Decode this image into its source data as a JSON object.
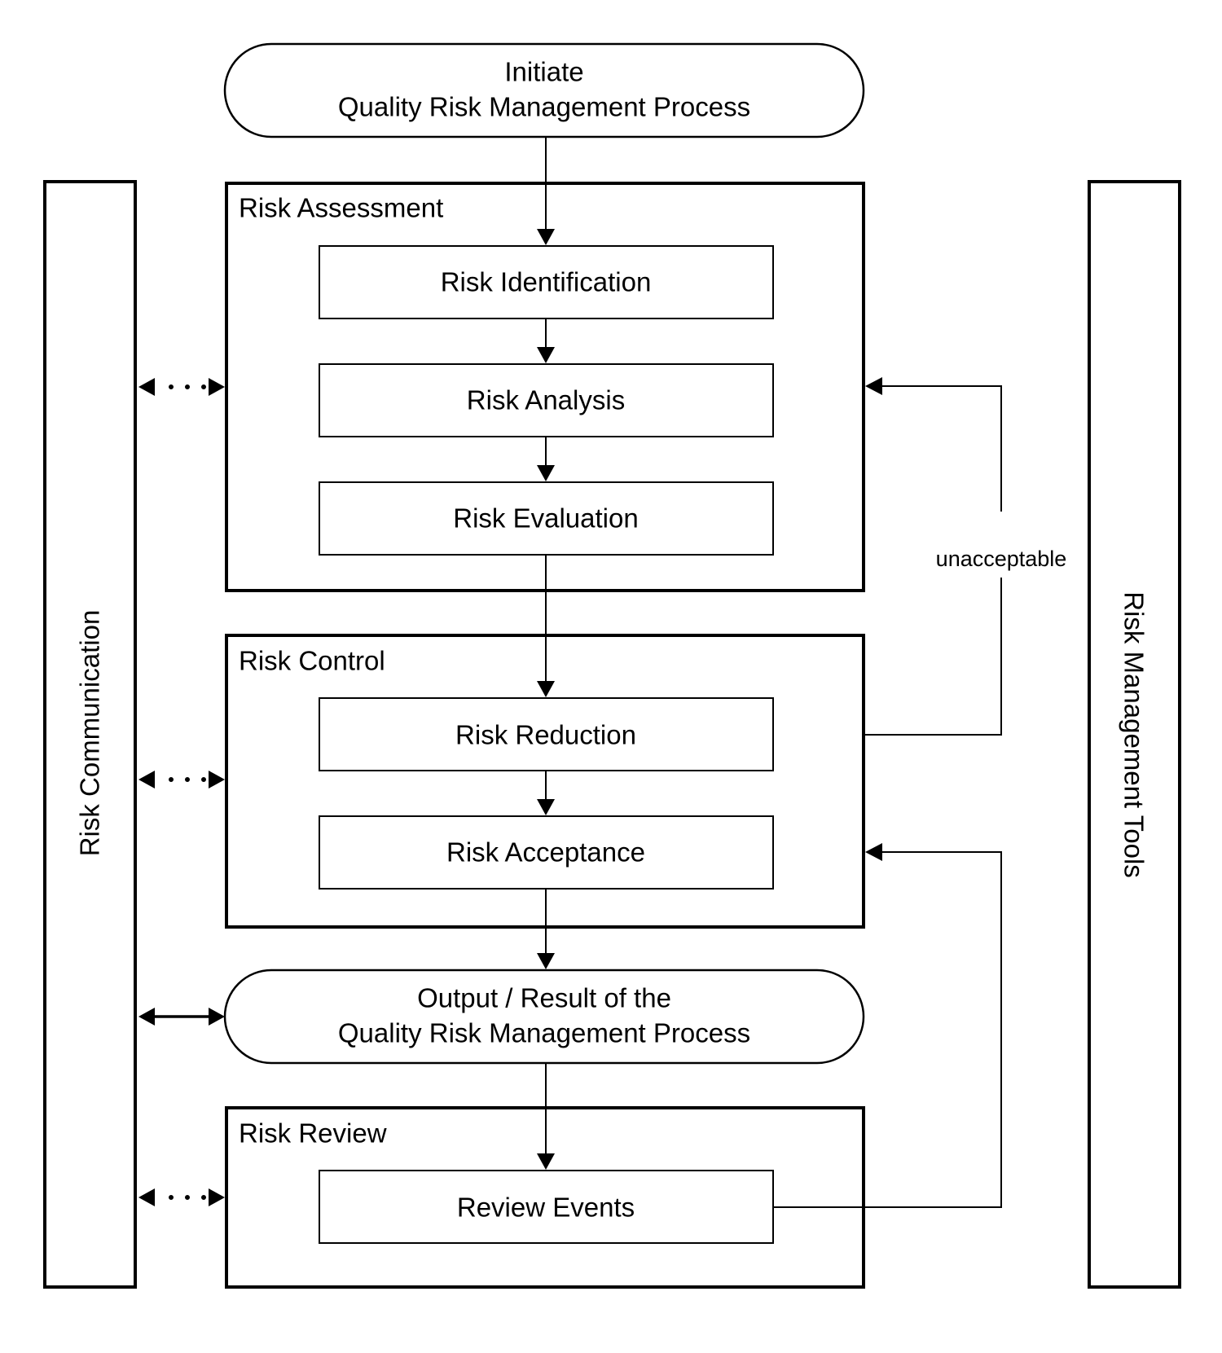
{
  "start": {
    "line1": "Initiate",
    "line2": "Quality Risk Management Process"
  },
  "sidebars": {
    "left": "Risk Communication",
    "right": "Risk Management Tools"
  },
  "groups": {
    "assessment": {
      "title": "Risk Assessment",
      "steps": [
        "Risk Identification",
        "Risk Analysis",
        "Risk Evaluation"
      ]
    },
    "control": {
      "title": "Risk Control",
      "steps": [
        "Risk Reduction",
        "Risk Acceptance"
      ]
    },
    "review": {
      "title": "Risk Review",
      "steps": [
        "Review Events"
      ]
    }
  },
  "output": {
    "line1": "Output / Result of the",
    "line2": "Quality Risk Management Process"
  },
  "feedback": {
    "label": "unacceptable"
  }
}
